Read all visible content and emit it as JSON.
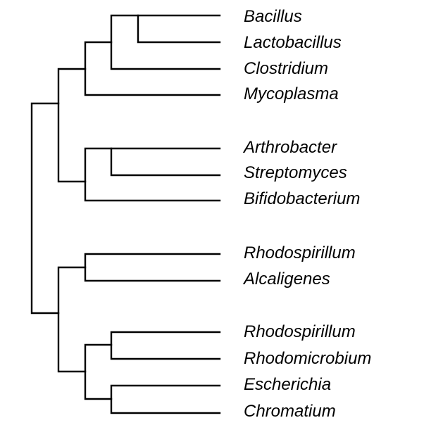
{
  "diagram": {
    "type": "phylogenetic-tree",
    "line_color": "#000000",
    "text_color": "#000000",
    "background": "#ffffff",
    "taxa": [
      "Bacillus",
      "Lactobacillus",
      "Clostridium",
      "Mycoplasma",
      "Arthrobacter",
      "Streptomyces",
      "Bifidobacterium",
      "Rhodospirillum",
      "Alcaligenes",
      "Rhodospirillum",
      "Rhodomicrobium",
      "Escherichia",
      "Chromatium"
    ],
    "clades": [
      [
        "Bacillus",
        "Lactobacillus"
      ],
      [
        "Bacillus",
        "Lactobacillus",
        "Clostridium"
      ],
      [
        "Bacillus",
        "Lactobacillus",
        "Clostridium",
        "Mycoplasma"
      ],
      [
        "Arthrobacter",
        "Streptomyces"
      ],
      [
        "Arthrobacter",
        "Streptomyces",
        "Bifidobacterium"
      ],
      [
        "Rhodospirillum",
        "Alcaligenes"
      ],
      [
        "Rhodospirillum",
        "Rhodomicrobium"
      ],
      [
        "Escherichia",
        "Chromatium"
      ]
    ]
  }
}
